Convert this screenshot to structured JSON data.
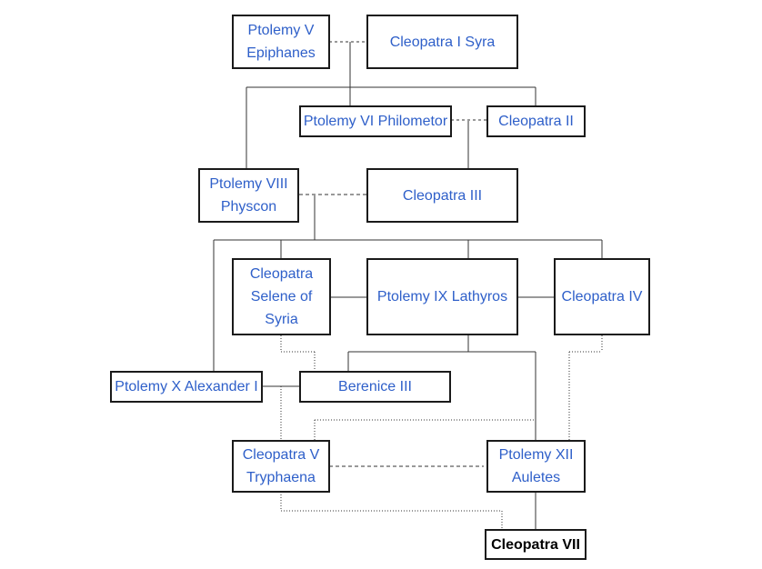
{
  "colors": {
    "link_text": "#2e5fc9",
    "focus_text": "#000000",
    "border": "#1a1a1a",
    "line": "#333333"
  },
  "people": {
    "ptolemy_v": "Ptolemy V\nEpiphanes",
    "cleopatra_i": "Cleopatra I Syra",
    "ptolemy_vi": "Ptolemy VI Philometor",
    "cleopatra_ii": "Cleopatra II",
    "ptolemy_viii": "Ptolemy VIII\nPhyscon",
    "cleopatra_iii": "Cleopatra III",
    "cleopatra_selene": "Cleopatra\nSelene of\nSyria",
    "ptolemy_ix": "Ptolemy IX Lathyros",
    "cleopatra_iv": "Cleopatra IV",
    "ptolemy_x": "Ptolemy X Alexander I",
    "berenice_iii": "Berenice III",
    "cleopatra_v": "Cleopatra V\nTryphaena",
    "ptolemy_xii": "Ptolemy XII\nAuletes",
    "cleopatra_vii": "Cleopatra VII"
  }
}
